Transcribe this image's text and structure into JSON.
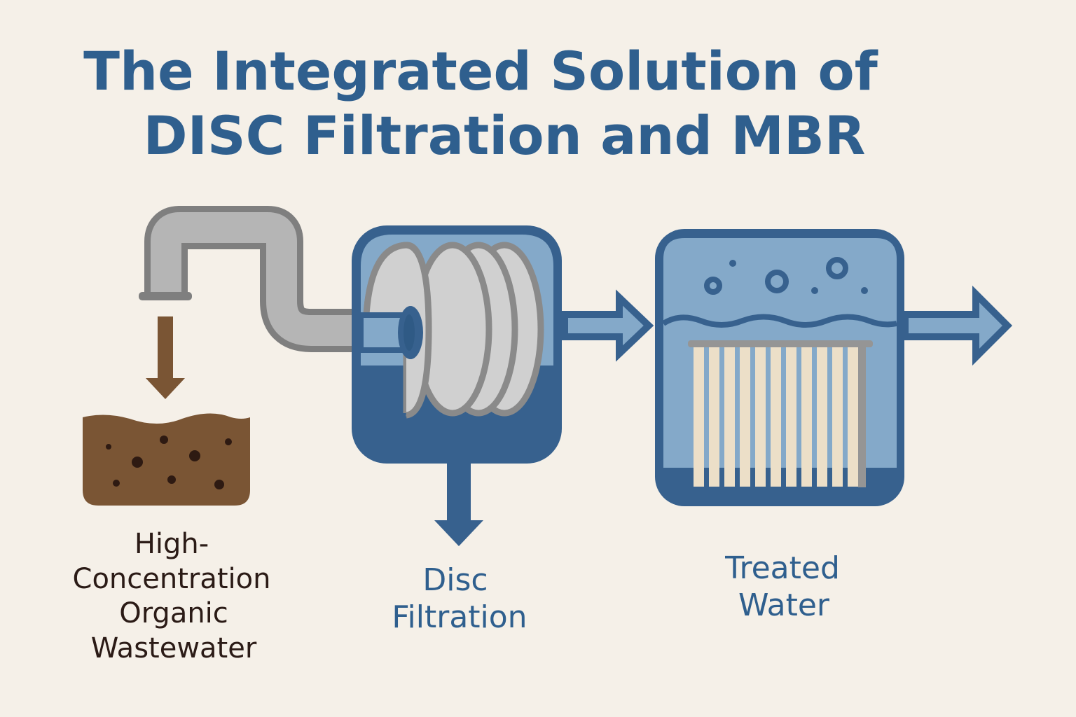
{
  "title": {
    "line1": "The Integrated Solution of",
    "line2": "DISC Filtration and MBR"
  },
  "labels": {
    "wastewater": [
      "High-",
      "Concentration",
      "Organic",
      "Wastewater"
    ],
    "disc": [
      "Disc",
      "Filtration"
    ],
    "treated": [
      "Treated",
      "Water"
    ]
  },
  "colors": {
    "background": "#f5f0e8",
    "dark_blue": "#37618e",
    "light_blue": "#84a9c9",
    "brown": "#7a5534",
    "pipe_grey": "#b3b3b3",
    "membrane": "#ecdfc8"
  }
}
